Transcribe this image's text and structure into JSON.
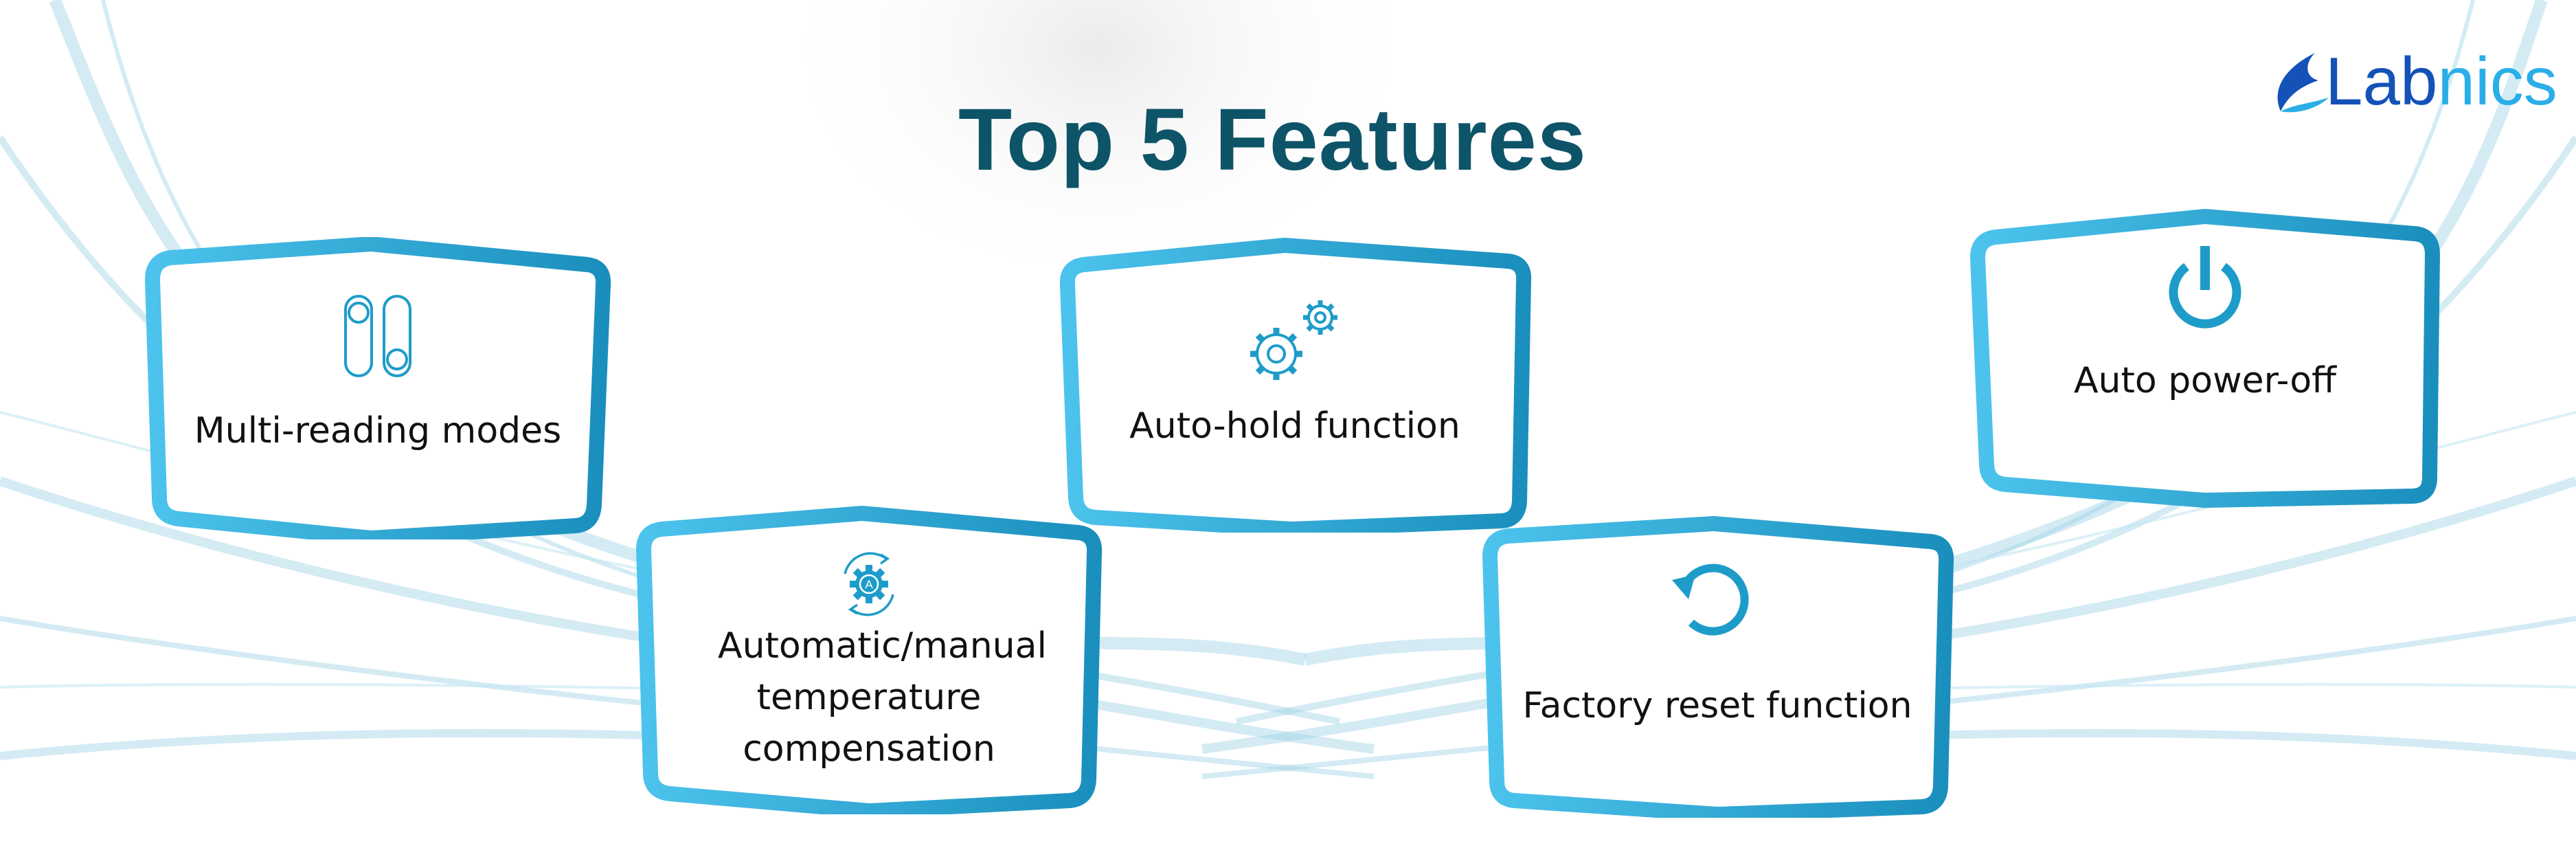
{
  "title": "Top 5 Features",
  "logo": {
    "part1": "Lab",
    "part2": "nics",
    "colors": {
      "dark": "#1452b8",
      "light": "#2aaee8"
    }
  },
  "accent": "#1e9cc9",
  "features": [
    {
      "label": "Multi-reading modes",
      "icon": "toggle-switches-icon"
    },
    {
      "label": "Automatic/manual temperature compensation",
      "icon": "auto-gear-cycle-icon"
    },
    {
      "label": "Auto-hold function",
      "icon": "gears-icon"
    },
    {
      "label": "Factory reset function",
      "icon": "reset-arrow-icon"
    },
    {
      "label": "Auto power-off",
      "icon": "power-icon"
    }
  ]
}
